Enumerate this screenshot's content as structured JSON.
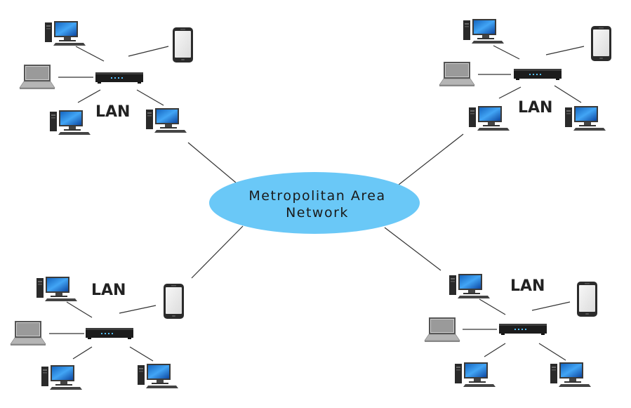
{
  "diagram": {
    "center": {
      "line1": "Metropolitan Area",
      "line2": "Network"
    },
    "lans": [
      {
        "label": "LAN"
      },
      {
        "label": "LAN"
      },
      {
        "label": "LAN"
      },
      {
        "label": "LAN"
      }
    ]
  },
  "colors": {
    "cloud": "#6ac8f7",
    "line": "#333333",
    "screen": "#2c8ee6",
    "router": "#1c1c1c",
    "phone": "#2b2b2b"
  },
  "icons": [
    "desktop-pc-icon",
    "laptop-icon",
    "smartphone-icon",
    "router-icon"
  ]
}
